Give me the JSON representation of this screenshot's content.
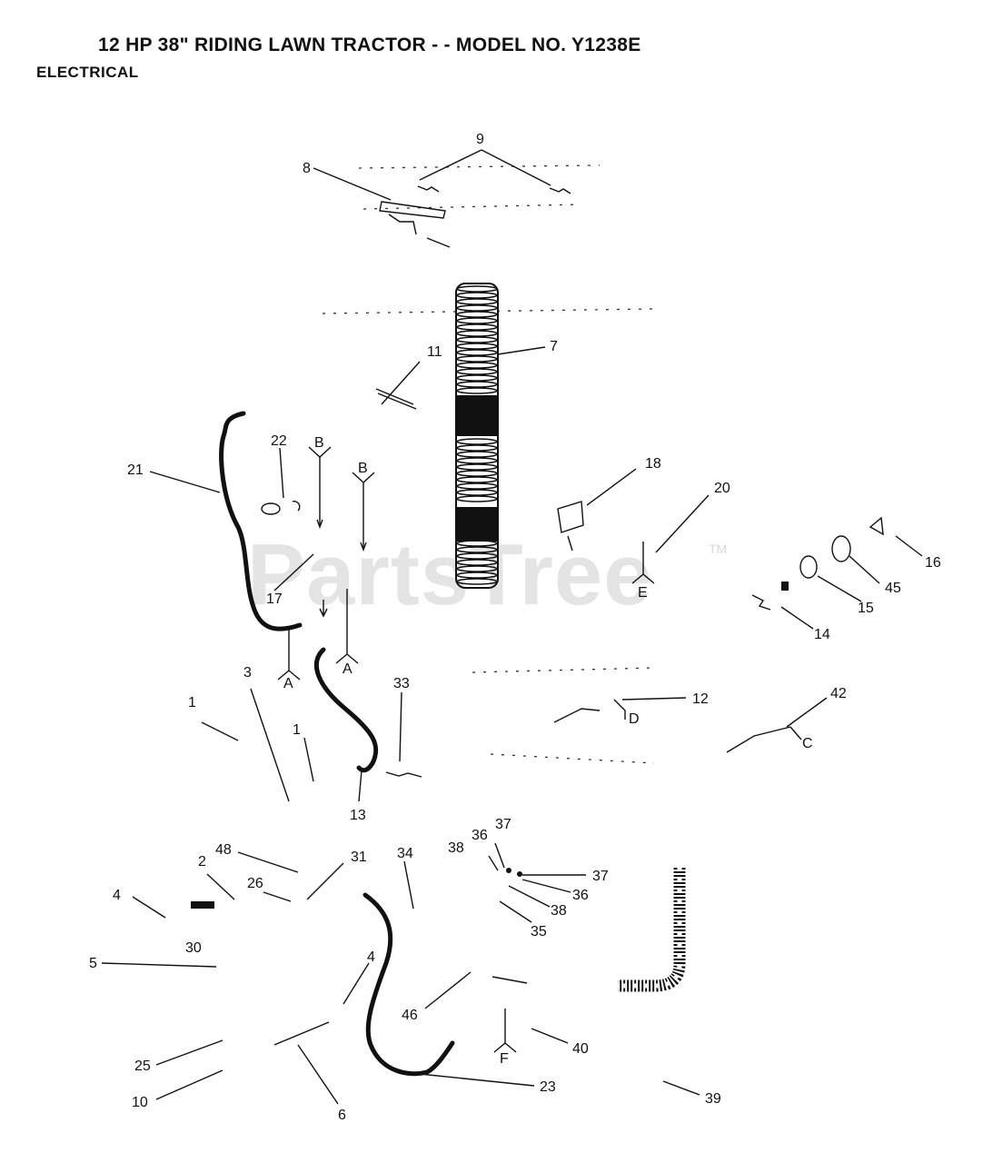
{
  "header": {
    "title": "12 HP 38\" RIDING LAWN TRACTOR - - MODEL NO. Y1238E",
    "section": "ELECTRICAL"
  },
  "watermark": {
    "text": "PartsTree",
    "tm": "TM"
  },
  "callouts": [
    "9",
    "8",
    "7",
    "11",
    "22",
    "21",
    "18",
    "20",
    "16",
    "45",
    "15",
    "17",
    "14",
    "33",
    "12",
    "42",
    "3",
    "1",
    "1",
    "13",
    "38",
    "36",
    "37",
    "37",
    "36",
    "38",
    "35",
    "48",
    "31",
    "34",
    "2",
    "26",
    "4",
    "30",
    "5",
    "4",
    "46",
    "40",
    "25",
    "10",
    "6",
    "23",
    "39"
  ],
  "connectors": [
    "B",
    "B",
    "E",
    "A",
    "A",
    "D",
    "C",
    "F"
  ]
}
